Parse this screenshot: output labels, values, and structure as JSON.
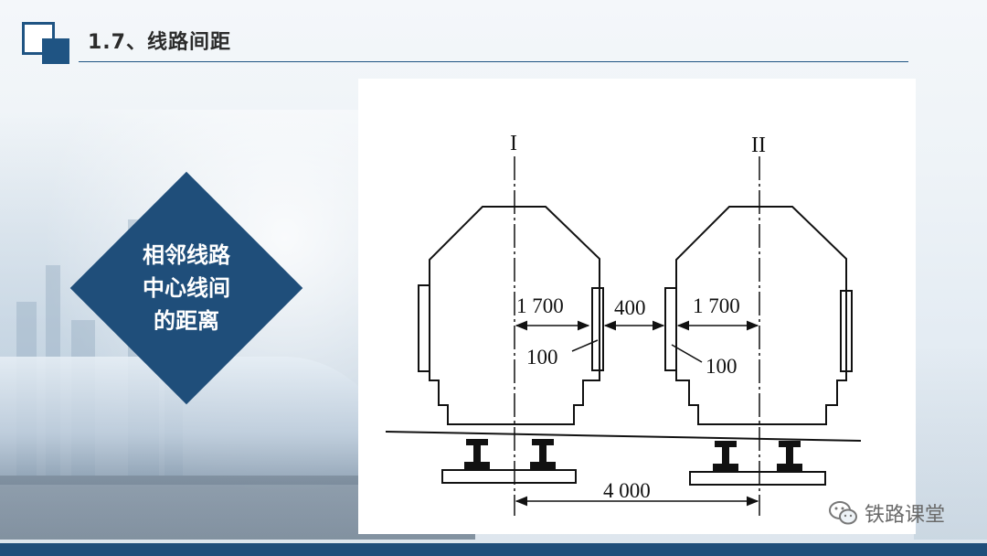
{
  "slide": {
    "title": "1.7、线路间距",
    "callout": [
      "相邻线路",
      "中心线间",
      "的距离"
    ],
    "watermark": "铁路课堂"
  },
  "diagram": {
    "track_1_label": "I",
    "track_2_label": "II",
    "left_half_width": "1 700",
    "gap": "400",
    "right_half_width": "1 700",
    "left_offset": "100",
    "right_offset": "100",
    "centerline_spacing": "4 000"
  },
  "colors": {
    "brand": "#1f4e7a",
    "title_text": "#2b2b2b",
    "diagram_ink": "#111111"
  },
  "icons": [
    "wechat-icon"
  ]
}
